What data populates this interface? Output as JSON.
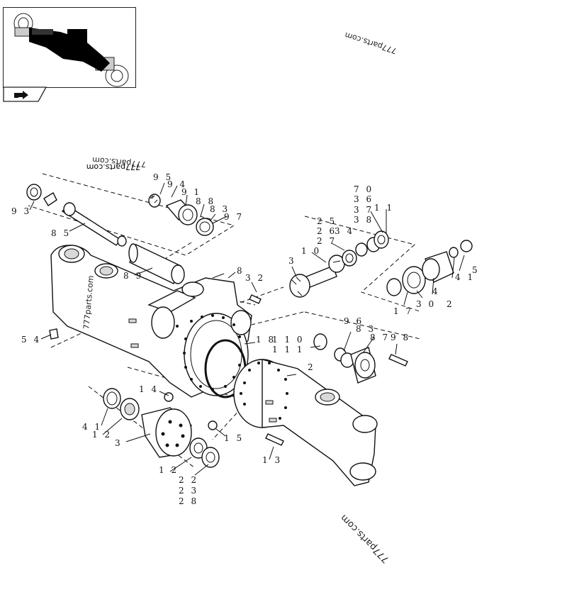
{
  "watermark": "777parts.com",
  "callouts": [
    {
      "id": "c95",
      "text": "9 5"
    },
    {
      "id": "c94",
      "text": "9 4"
    },
    {
      "id": "c91",
      "text": "9 1"
    },
    {
      "id": "c88",
      "text": "8 8"
    },
    {
      "id": "c83a",
      "text": "8 3"
    },
    {
      "id": "c97",
      "text": "9 7"
    },
    {
      "id": "c93",
      "text": "9 3"
    },
    {
      "id": "c85",
      "text": "8 5"
    },
    {
      "id": "c89",
      "text": "8 9"
    },
    {
      "id": "c8a",
      "text": "8"
    },
    {
      "id": "c32",
      "text": "3 2"
    },
    {
      "id": "c54",
      "text": "5 4"
    },
    {
      "id": "c70",
      "text": "7 0"
    },
    {
      "id": "c36",
      "text": "3 6"
    },
    {
      "id": "c37",
      "text": "3 7"
    },
    {
      "id": "c38",
      "text": "3 8"
    },
    {
      "id": "c11a",
      "text": "1 1"
    },
    {
      "id": "c25",
      "text": "2 5"
    },
    {
      "id": "c26",
      "text": "2 6"
    },
    {
      "id": "c34",
      "text": "3 4"
    },
    {
      "id": "c27",
      "text": "2 7"
    },
    {
      "id": "c10a",
      "text": "1 0"
    },
    {
      "id": "c3a",
      "text": "3"
    },
    {
      "id": "c5",
      "text": "5"
    },
    {
      "id": "c41a",
      "text": "4 1"
    },
    {
      "id": "c4",
      "text": "4"
    },
    {
      "id": "c17",
      "text": "1 7"
    },
    {
      "id": "c30",
      "text": "3 0"
    },
    {
      "id": "c2a",
      "text": "2"
    },
    {
      "id": "c96",
      "text": "9 6"
    },
    {
      "id": "c83b",
      "text": "8 3"
    },
    {
      "id": "c87",
      "text": "8 7"
    },
    {
      "id": "c98",
      "text": "9 8"
    },
    {
      "id": "c18",
      "text": "1 8"
    },
    {
      "id": "c110",
      "text": "1 1 0"
    },
    {
      "id": "c111",
      "text": "1 1 1"
    },
    {
      "id": "c2b",
      "text": "2"
    },
    {
      "id": "c14",
      "text": "1 4"
    },
    {
      "id": "c41b",
      "text": "4 1"
    },
    {
      "id": "c12a",
      "text": "1 2"
    },
    {
      "id": "c3b",
      "text": "3"
    },
    {
      "id": "c15",
      "text": "1 5"
    },
    {
      "id": "c13",
      "text": "1 3"
    },
    {
      "id": "c12b",
      "text": "1 2"
    },
    {
      "id": "c22",
      "text": "2 2"
    },
    {
      "id": "c23",
      "text": "2 3"
    },
    {
      "id": "c28",
      "text": "2 8"
    }
  ],
  "colors": {
    "line": "#111111",
    "fill": "#ffffff",
    "shade": "#d9d9d9",
    "dark": "#000000"
  },
  "icons": {
    "nav": "next-page-arrow-icon"
  }
}
